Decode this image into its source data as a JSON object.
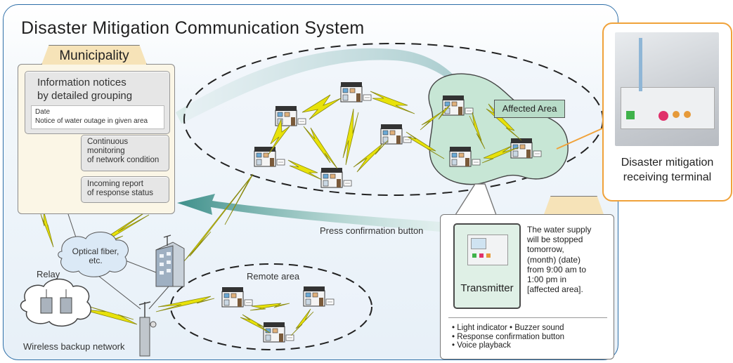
{
  "title": "Disaster Mitigation Communication System",
  "municipality": {
    "tab_label": "Municipality",
    "info_title_line1": "Information notices",
    "info_title_line2": "by detailed grouping",
    "info_date": "Date",
    "info_notice": "Notice of water outage in given area",
    "monitoring_line1": "Continuous",
    "monitoring_line2": "monitoring",
    "monitoring_line3": "of network condition",
    "incoming_line1": "Incoming report",
    "incoming_line2": "of response status"
  },
  "labels": {
    "affected_area": "Affected Area",
    "press_confirmation": "Press confirmation button",
    "optical_fiber_line1": "Optical fiber,",
    "optical_fiber_line2": "etc.",
    "relay": "Relay",
    "remote_area": "Remote area",
    "wireless_backup": "Wireless backup network"
  },
  "terminal": {
    "caption_line1": "Disaster mitigation",
    "caption_line2": "receiving terminal"
  },
  "transmitter": {
    "label": "Transmitter",
    "message": [
      "The water supply",
      "will be stopped",
      "tomorrow,",
      "(month) (date)",
      "from 9:00 am to",
      "1:00 pm in",
      "[affected area]."
    ],
    "features": [
      "• Light indicator • Buzzer sound",
      "• Response confirmation button",
      "• Voice playback"
    ]
  },
  "colors": {
    "frame_border": "#2e6fa8",
    "tab_fill": "#f6e3b8",
    "affected_fill": "#c7e6d5",
    "lightning": "#e8e20a",
    "arrow": "#3d8f8a",
    "callout_border": "#f0a23a"
  }
}
